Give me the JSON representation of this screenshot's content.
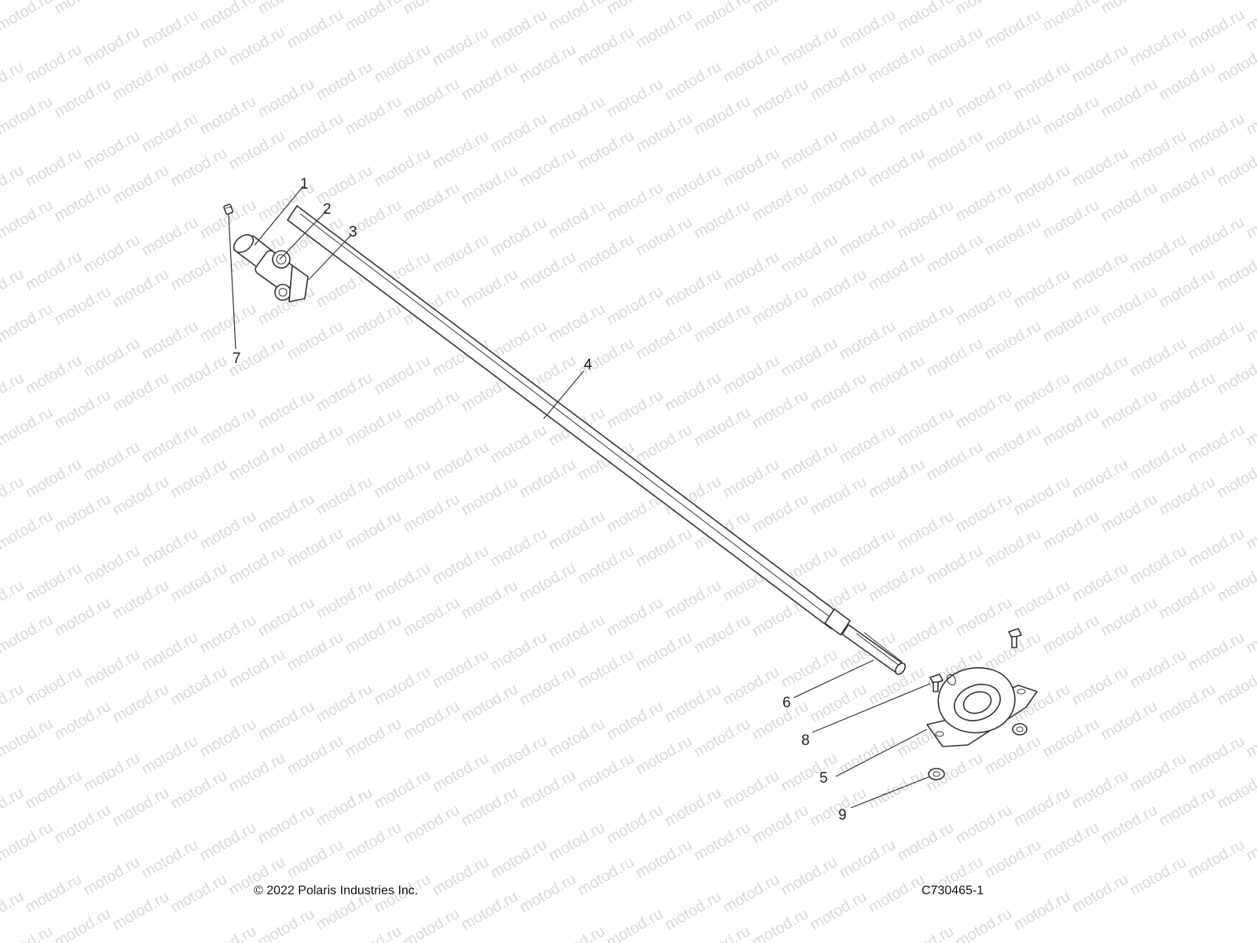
{
  "watermark": {
    "text": "motod.ru"
  },
  "diagram": {
    "callouts": [
      {
        "id": "1",
        "label": "1"
      },
      {
        "id": "2",
        "label": "2"
      },
      {
        "id": "3",
        "label": "3"
      },
      {
        "id": "4",
        "label": "4"
      },
      {
        "id": "5",
        "label": "5"
      },
      {
        "id": "6",
        "label": "6"
      },
      {
        "id": "7",
        "label": "7"
      },
      {
        "id": "8",
        "label": "8"
      },
      {
        "id": "9",
        "label": "9"
      }
    ]
  },
  "footer": {
    "copyright": "© 2022 Polaris Industries Inc.",
    "drawing_code": "C730465-1"
  }
}
